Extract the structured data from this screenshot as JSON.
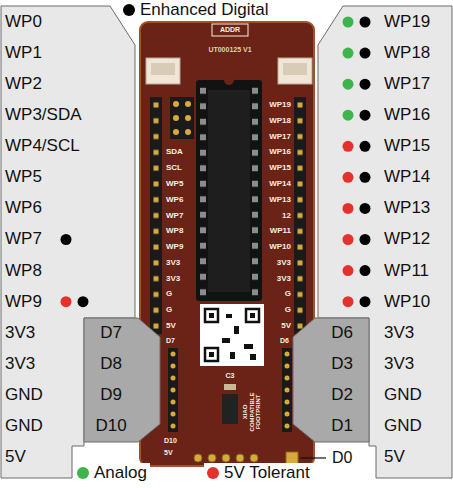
{
  "diagram": {
    "nodes": [
      {
        "text": [
          "WP0",
          "WP1",
          "WP2",
          "WP3/SDA",
          "WP4/SCL",
          "WP5",
          "WP6",
          "WP7",
          "WP8",
          "WP9",
          "3V3",
          "3V3",
          "GND",
          "GND",
          "5V"
        ]
      },
      {
        "text": [
          "D7",
          "D8",
          "D9",
          "D10"
        ]
      },
      {
        "text": [
          "WP19",
          "WP18",
          "WP17",
          "WP16",
          "WP15",
          "WP14",
          "WP13",
          "WP12",
          "WP11",
          "WP10",
          "3V3",
          "3V3",
          "GND",
          "GND",
          "5V"
        ]
      },
      {
        "text": [
          "D6",
          "D3",
          "D2",
          "D1"
        ]
      }
    ],
    "labels": [
      "ADDR",
      "UT000125 V1",
      "SDA",
      "SCL",
      "WP5",
      "WP6",
      "WP7",
      "WP8",
      "WP9",
      "3V3",
      "3V3",
      "G",
      "G",
      "5V",
      "WP19",
      "WP18",
      "WP17",
      "WP16",
      "WP15",
      "WP14",
      "WP13",
      "12",
      "WP11",
      "WP10",
      "3V3",
      "3V3",
      "G",
      "G",
      "5V",
      "D7",
      "D6",
      "C3",
      "XIAO COMPATIBLE FOOTPRINT",
      "D10",
      "5V",
      "D0"
    ],
    "legend": [
      {
        "text": "Enhanced Digital",
        "color": "#000000"
      },
      {
        "text": "Analog",
        "color": "#3db54a"
      },
      {
        "text": "5V Tolerant",
        "color": "#e4312b"
      }
    ]
  }
}
